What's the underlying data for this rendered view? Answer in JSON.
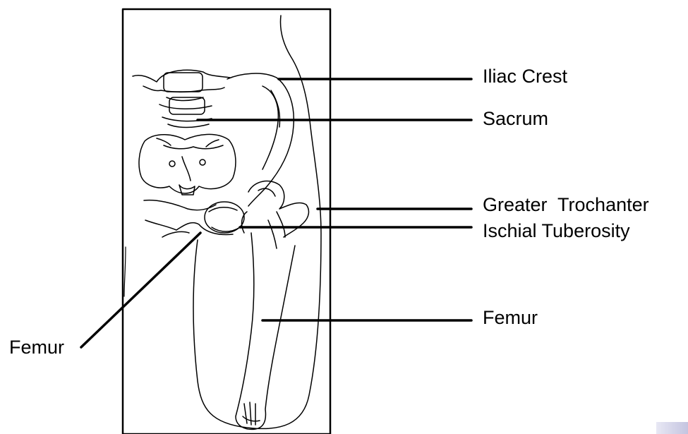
{
  "diagram": {
    "labels": {
      "iliac_crest": "Iliac Crest",
      "sacrum": "Sacrum",
      "greater_trochanter": "Greater  Trochanter",
      "ischial_tuberosity": "Ischial Tuberosity",
      "femur_right": "Femur",
      "femur_left": "Femur"
    }
  },
  "colors": {
    "line": "#000000",
    "background": "#ffffff",
    "swatch": "#d4d4ec"
  }
}
